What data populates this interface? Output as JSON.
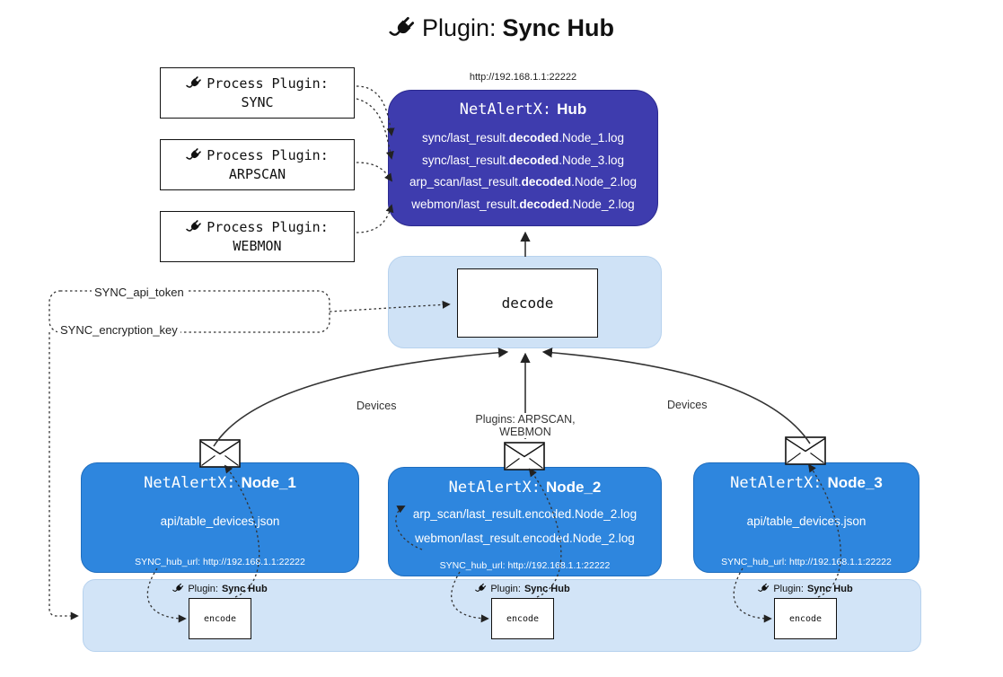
{
  "title": {
    "label": "Plugin:",
    "bold": "Sync Hub"
  },
  "process_plugins": [
    {
      "label": "Process Plugin:",
      "name": "SYNC"
    },
    {
      "label": "Process Plugin:",
      "name": "ARPSCAN"
    },
    {
      "label": "Process Plugin:",
      "name": "WEBMON"
    }
  ],
  "hub": {
    "url": "http://192.168.1.1:22222",
    "name_prefix": "NetAlertX:",
    "name": "Hub",
    "logs": [
      {
        "pre": "sync/last_result.",
        "bold": "decoded",
        "post": ".Node_1.log"
      },
      {
        "pre": "sync/last_result.",
        "bold": "decoded",
        "post": ".Node_3.log"
      },
      {
        "pre": "arp_scan/last_result.",
        "bold": "decoded",
        "post": ".Node_2.log"
      },
      {
        "pre": "webmon/last_result.",
        "bold": "decoded",
        "post": ".Node_2.log"
      }
    ]
  },
  "decode": {
    "label": "decode"
  },
  "config": {
    "api_token": "SYNC_api_token",
    "encryption_key": "SYNC_encryption_key"
  },
  "edge_labels": {
    "left": "Devices",
    "center": "Plugins: ARPSCAN, WEBMON",
    "right": "Devices"
  },
  "nodes": [
    {
      "name_prefix": "NetAlertX:",
      "name": "Node_1",
      "files": [
        "api/table_devices.json"
      ],
      "hub_url": "SYNC_hub_url: http://192.168.1.1:22222"
    },
    {
      "name_prefix": "NetAlertX:",
      "name": "Node_2",
      "files": [
        "arp_scan/last_result.encoded.Node_2.log",
        "webmon/last_result.encoded.Node_2.log"
      ],
      "hub_url": "SYNC_hub_url: http://192.168.1.1:22222"
    },
    {
      "name_prefix": "NetAlertX:",
      "name": "Node_3",
      "files": [
        "api/table_devices.json"
      ],
      "hub_url": "SYNC_hub_url: http://192.168.1.1:22222"
    }
  ],
  "encoders": [
    {
      "label": "Plugin:",
      "bold": "Sync Hub",
      "box": "encode"
    },
    {
      "label": "Plugin:",
      "bold": "Sync Hub",
      "box": "encode"
    },
    {
      "label": "Plugin:",
      "bold": "Sync Hub",
      "box": "encode"
    }
  ],
  "colors": {
    "hub_fill": "#3e3cae",
    "node_fill": "#2e86de",
    "panel_fill": "#d2e4f7",
    "decode_panel_fill": "#cfe2f6"
  }
}
